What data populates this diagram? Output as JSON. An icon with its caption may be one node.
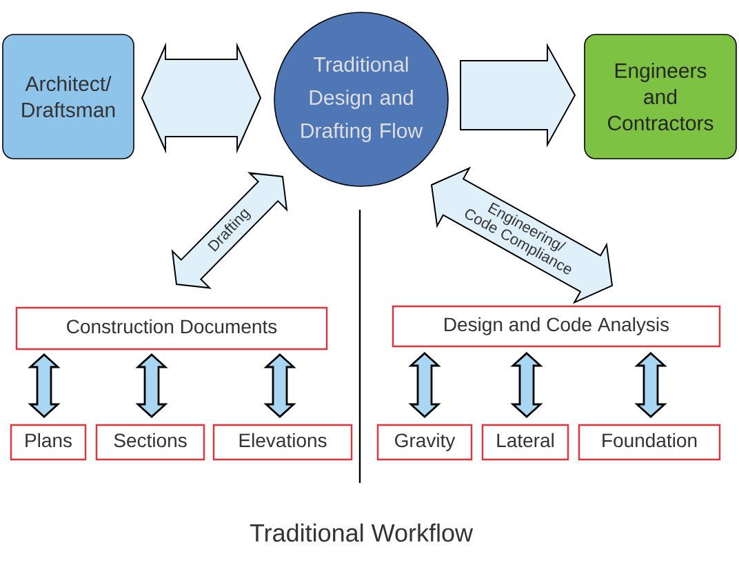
{
  "diagram": {
    "caption": "Traditional Workflow",
    "nodes": [
      {
        "text": [
          "Architect/ Draftsman"
        ]
      },
      {
        "text": [
          "Traditional Design and Drafting Flow"
        ]
      },
      {
        "text": [
          "Engineers and Contractors"
        ]
      },
      {
        "text": [
          "Construction Documents"
        ]
      },
      {
        "text": [
          "Design and Code Analysis"
        ]
      },
      {
        "text": [
          "Plans"
        ]
      },
      {
        "text": [
          "Sections"
        ]
      },
      {
        "text": [
          "Elevations"
        ]
      },
      {
        "text": [
          "Gravity"
        ]
      },
      {
        "text": [
          "Lateral"
        ]
      },
      {
        "text": [
          "Foundation"
        ]
      }
    ],
    "edges": [
      {
        "from": 0,
        "to": 1,
        "arrow": "both"
      },
      {
        "from": 1,
        "to": 2,
        "arrow": "to"
      },
      {
        "from": 1,
        "to": 3,
        "arrow": "both",
        "label": "Drafting"
      },
      {
        "from": 1,
        "to": 4,
        "arrow": "both",
        "label": "Engineering/ Code Compliance"
      },
      {
        "from": 3,
        "to": 5,
        "arrow": "both"
      },
      {
        "from": 3,
        "to": 6,
        "arrow": "both"
      },
      {
        "from": 3,
        "to": 7,
        "arrow": "both"
      },
      {
        "from": 4,
        "to": 8,
        "arrow": "both"
      },
      {
        "from": 4,
        "to": 9,
        "arrow": "both"
      },
      {
        "from": 4,
        "to": 10,
        "arrow": "both"
      }
    ]
  }
}
